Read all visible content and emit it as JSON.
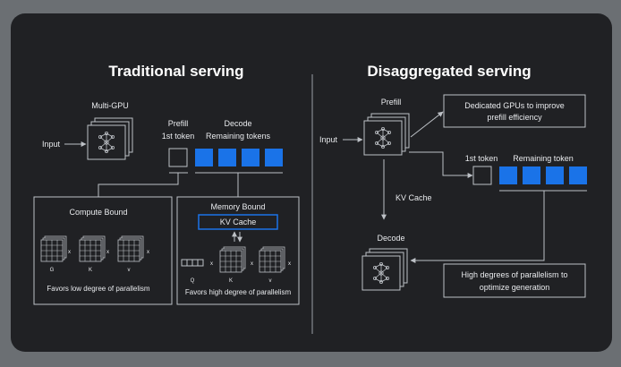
{
  "colors": {
    "accent": "#1a73e8",
    "panel": "#202124",
    "line": "#bdc1c6",
    "text": "#e8eaed"
  },
  "traditional": {
    "title": "Traditional serving",
    "multi_gpu": "Multi-GPU",
    "input": "Input",
    "prefill": "Prefill",
    "first_token": "1st token",
    "decode": "Decode",
    "remaining_tokens": "Remaining tokens",
    "compute_bound": {
      "title": "Compute Bound",
      "matrix_labels": [
        "G",
        "K",
        "v"
      ],
      "times": "x",
      "caption": "Favors low degree of parallelism"
    },
    "memory_bound": {
      "title": "Memory Bound",
      "kv_cache": "KV Cache",
      "matrix_labels": [
        "Q",
        "K",
        "v"
      ],
      "times": "x",
      "caption": "Favors high degree of parallelism"
    }
  },
  "disaggregated": {
    "title": "Disaggregated serving",
    "input": "Input",
    "prefill": "Prefill",
    "dedicated_note": "Dedicated GPUs to improve prefill efficiency",
    "first_token": "1st token",
    "remaining_token": "Remaining token",
    "kv_cache": "KV Cache",
    "decode": "Decode",
    "parallel_note": "High degrees of parallelism to optimize generation"
  }
}
